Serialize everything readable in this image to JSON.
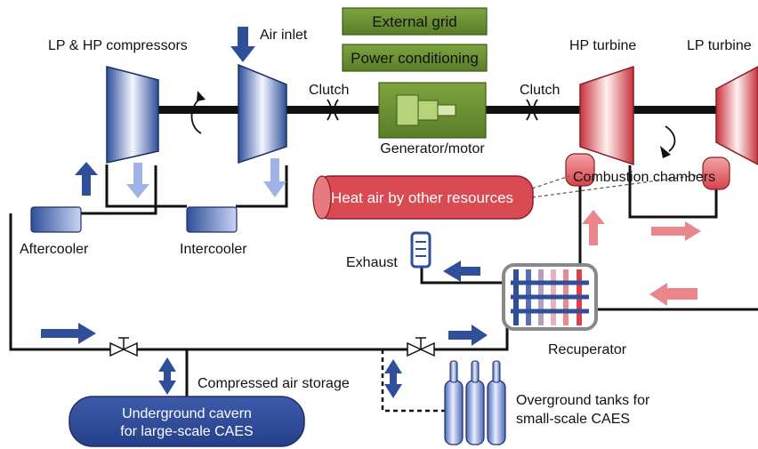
{
  "labels": {
    "external_grid": "External grid",
    "power_conditioning": "Power conditioning",
    "generator_motor": "Generator/motor",
    "compressors": "LP & HP compressors",
    "air_inlet": "Air inlet",
    "clutch_left": "Clutch",
    "clutch_right": "Clutch",
    "hp_turbine": "HP turbine",
    "lp_turbine": "LP turbine",
    "combustion_chambers": "Combustion chambers",
    "heat_air": "Heat air by other resources",
    "aftercooler": "Aftercooler",
    "intercooler": "Intercooler",
    "exhaust": "Exhaust",
    "recuperator": "Recuperator",
    "compressed_air_storage": "Compressed air storage",
    "cavern_line1": "Underground cavern",
    "cavern_line2": "for large-scale CAES",
    "tanks_line1": "Overground tanks for",
    "tanks_line2": "small-scale CAES"
  },
  "colors": {
    "blue_dark": "#2f4f9a",
    "blue_light": "#9fb3e6",
    "red": "#d8424b",
    "red_light": "#e9878c",
    "green": "#6b8f35",
    "gray": "#888888"
  }
}
